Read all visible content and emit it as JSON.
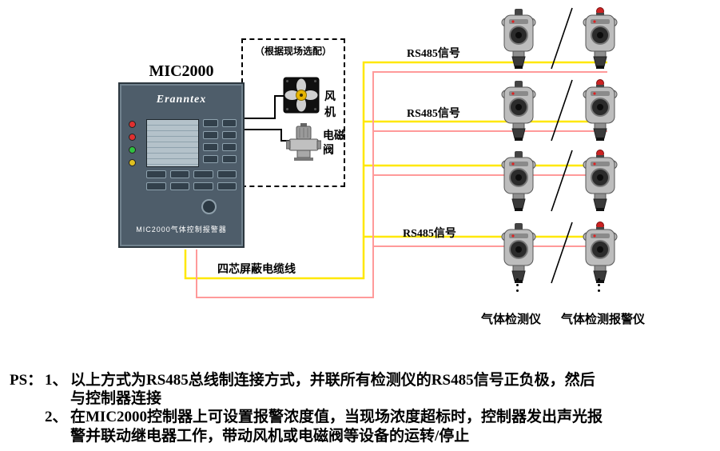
{
  "controller": {
    "title": "MIC2000",
    "brand": "Eranntex",
    "label": "MIC2000气体控制报警器"
  },
  "option_box": {
    "title": "（根据现场选配）",
    "fan_label": "风机",
    "valve_label": "电磁阀"
  },
  "labels": {
    "rs485_labels": [
      "RS485信号",
      "RS485信号",
      "RS485信号"
    ],
    "cable": "四芯屏蔽电缆线"
  },
  "columns": {
    "detector_label": "气体检测仪",
    "alarm_label": "气体检测报警仪"
  },
  "notes": {
    "prefix": "PS：",
    "item1_num": "1、",
    "item1_text": "以上方式为RS485总线制连接方式，并联所有检测仪的RS485信号正负极，然后\n与控制器连接",
    "item2_num": "2、",
    "item2_text": "在MIC2000控制器上可设置报警浓度值，当现场浓度超标时，控制器发出声光报\n警并联动继电器工作，带动风机或电磁阀等设备的运转/停止"
  },
  "colors": {
    "wire_yellow": "#ffe800",
    "wire_pink": "#ff9a9a",
    "controller_body": "#4e5d6a",
    "alarm_red": "#cc2222"
  }
}
